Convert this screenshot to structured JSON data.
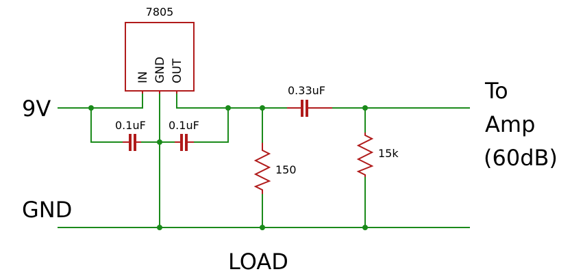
{
  "regulator": {
    "part": "7805",
    "pins": {
      "in": "IN",
      "gnd": "GND",
      "out": "OUT"
    }
  },
  "ports": {
    "input": "9V",
    "ground": "GND",
    "output_line1": "To",
    "output_line2": "Amp",
    "output_line3": "(60dB)"
  },
  "components": {
    "c_in": "0.1uF",
    "c_out": "0.1uF",
    "c_couple": "0.33uF",
    "r_load": "150",
    "r_bias": "15k"
  },
  "caption": "LOAD",
  "colors": {
    "wire": "#1a8a1a",
    "component": "#b01a1a",
    "text": "#000000"
  }
}
